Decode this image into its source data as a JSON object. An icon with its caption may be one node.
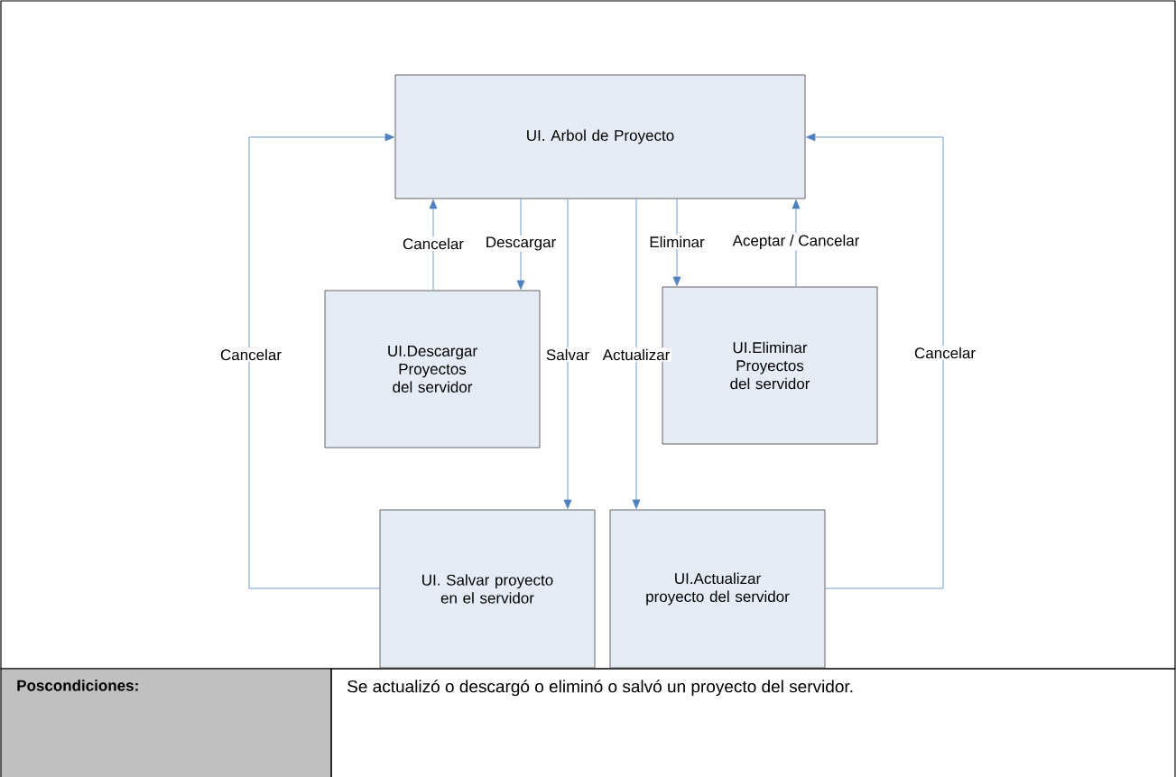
{
  "diagram": {
    "nodes": [
      {
        "text": [
          "UI. Arbol de Proyecto"
        ]
      },
      {
        "text": [
          "UI.Descargar Proyectos del servidor"
        ]
      },
      {
        "text": [
          "UI.Eliminar Proyectos del servidor"
        ]
      },
      {
        "text": [
          "UI. Salvar proyecto en el servidor"
        ]
      },
      {
        "text": [
          "UI.Actualizar proyecto del servidor"
        ]
      }
    ],
    "edges": [
      {
        "from": 1,
        "to": 0,
        "arrow": "to",
        "label": "Cancelar"
      },
      {
        "from": 0,
        "to": 1,
        "arrow": "to",
        "label": "Descargar"
      },
      {
        "from": 0,
        "to": 3,
        "arrow": "to",
        "label": "Salvar"
      },
      {
        "from": 0,
        "to": 4,
        "arrow": "to",
        "label": "Actualizar"
      },
      {
        "from": 0,
        "to": 2,
        "arrow": "to",
        "label": "Eliminar"
      },
      {
        "from": 2,
        "to": 0,
        "arrow": "to",
        "label": "Aceptar / Cancelar"
      },
      {
        "from": 3,
        "to": 0,
        "arrow": "to",
        "label": "Cancelar"
      },
      {
        "from": 4,
        "to": 0,
        "arrow": "to",
        "label": "Cancelar"
      }
    ],
    "labels": [
      "Poscondiciones:",
      "Se actualizó o descargó o eliminó o salvó un proyecto del servidor."
    ]
  }
}
